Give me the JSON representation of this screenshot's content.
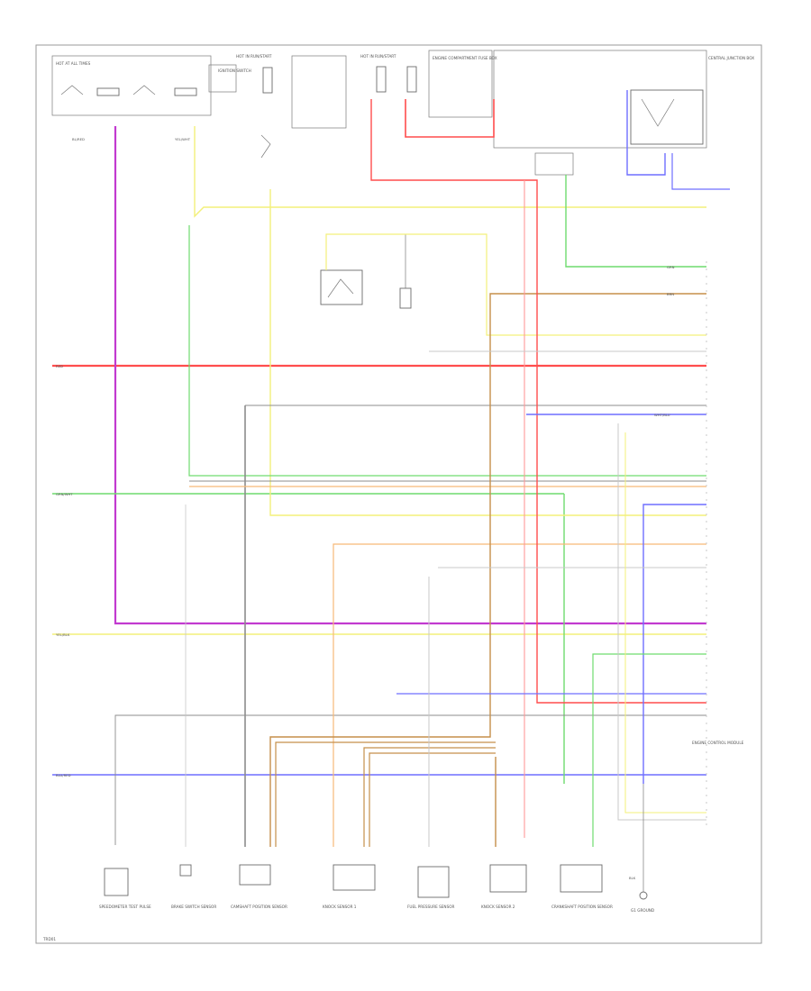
{
  "colors": {
    "red": "#ff4d4d",
    "pink": "#ff9999",
    "yellow": "#f3f07a",
    "green": "#6fdc6f",
    "blue": "#6f6fff",
    "violet": "#c23ad0",
    "orange": "#f7b978",
    "brown": "#c58f4a",
    "gray": "#8c8c8c",
    "lightgray": "#c8c8c8",
    "white": "#e6e6e6"
  },
  "labels": {
    "fuse_panel_top_left": "HOT AT ALL TIMES",
    "fuse_panel_top_mid": "HOT IN RUN/START",
    "fuse_panel_top_right": "HOT IN RUN/START",
    "ignition_switch": "IGNITION SWITCH",
    "engine_fuse_box": "ENGINE COMPARTMENT FUSE BOX",
    "central_junction": "CENTRAL JUNCTION BOX",
    "ecm": "ENGINE CONTROL MODULE",
    "footer_code": "TRD01"
  },
  "components": [
    {
      "id": "comp-1",
      "label": "SPEEDOMETER TEST PULSE"
    },
    {
      "id": "comp-2",
      "label": "BRAKE SWITCH SENSOR"
    },
    {
      "id": "comp-3",
      "label": "CAMSHAFT POSITION SENSOR"
    },
    {
      "id": "comp-4",
      "label": "KNOCK SENSOR 1"
    },
    {
      "id": "comp-5",
      "label": "FUEL PRESSURE SENSOR"
    },
    {
      "id": "comp-6",
      "label": "KNOCK SENSOR 2"
    },
    {
      "id": "comp-7",
      "label": "CRANKSHAFT POSITION SENSOR"
    },
    {
      "id": "comp-8",
      "label": "G1 GROUND"
    }
  ],
  "wire_labels": {
    "bl_red": "BL/RED",
    "yel_wht": "YEL/WHT",
    "red": "RED",
    "grn_wht": "GRN/WHT",
    "blu_red": "BLU/RED",
    "yel_blk": "YEL/BLK",
    "wht_blu": "WHT/BLU",
    "blk": "BLK",
    "grn": "GRN",
    "brn": "BRN"
  }
}
